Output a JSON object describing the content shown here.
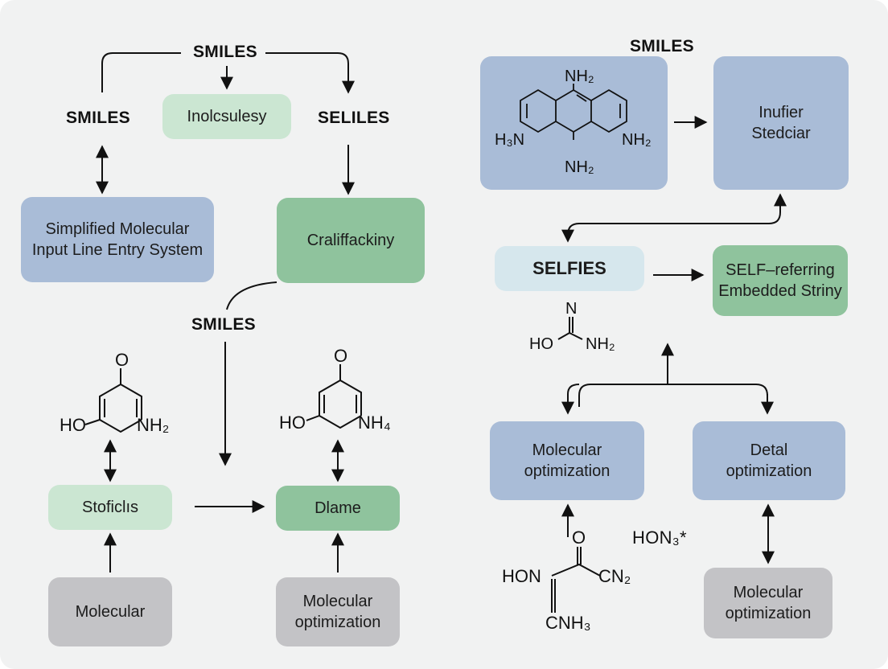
{
  "labels": {
    "smiles_top_left": "SMILES",
    "smiles_left": "SMILES",
    "seliles": "SELILES",
    "smiles_mid": "SMILES",
    "smiles_top_right": "SMILES"
  },
  "nodes": {
    "inolcsulesy": "Inolcsulesy",
    "simplified_line1": "Simplified Molecular",
    "simplified_line2": "Input Line Entry System",
    "craliffackiny": "Craliffackiny",
    "stoficls": "Stoficlıs",
    "dlame": "Dlame",
    "molecular": "Molecular",
    "mol_opt_left_line1": "Molecular",
    "mol_opt_left_line2": "optimization",
    "inufier_line1": "Inufier",
    "inufier_line2": "Stedciar",
    "selfies": "SELFIES",
    "self_ref_line1": "SELF–referring",
    "self_ref_line2": "Embedded Striny",
    "mol_opt_right_line1": "Molecular",
    "mol_opt_right_line2": "optimization",
    "detal_line1": "Detal",
    "detal_line2": "optimization",
    "mol_opt_br_line1": "Molecular",
    "mol_opt_br_line2": "optimization"
  },
  "chem": {
    "ring_left": {
      "o": "O",
      "ho": "HO",
      "nh": "NH₂"
    },
    "ring_mid": {
      "o": "O",
      "ho": "HO",
      "nh": "NH₄"
    },
    "acridine": {
      "nh2_top": "NH₂",
      "h3n": "H₃N",
      "nh2_right": "NH₂",
      "nh2_bottom": "NH₂"
    },
    "urea": {
      "n": "N",
      "ho": "HO",
      "nh2": "NH₂"
    },
    "bottom": {
      "o": "O",
      "hon": "HON",
      "cn2": "CN₂",
      "cnh3": "CNH₃"
    },
    "hon3": "HON₃*"
  },
  "colors": {
    "blue": "#a9bcd7",
    "green": "#8fc39d",
    "light_green": "#cbe6d2",
    "grey": "#c3c3c6",
    "pale_blue": "#d6e7ed",
    "line": "#111111"
  }
}
